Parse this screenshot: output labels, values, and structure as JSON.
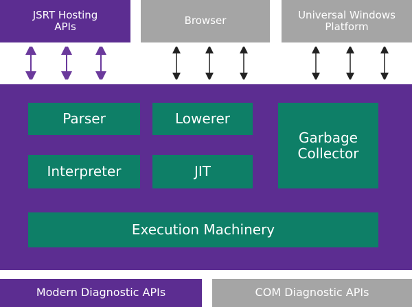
{
  "colors": {
    "purple": "#5c2d91",
    "gray": "#a5a5a5",
    "green": "#0e7f67",
    "arrow_purple": "#6b3a9c",
    "arrow_dark": "#222222"
  },
  "top": {
    "jsrt": "JSRT Hosting APIs",
    "browser": "Browser",
    "uwp": "Universal Windows Platform"
  },
  "engine": {
    "parser": "Parser",
    "lowerer": "Lowerer",
    "garbage_collector": "Garbage Collector",
    "interpreter": "Interpreter",
    "jit": "JIT",
    "execution": "Execution Machinery"
  },
  "bottom": {
    "modern": "Modern Diagnostic APIs",
    "com": "COM Diagnostic APIs"
  }
}
